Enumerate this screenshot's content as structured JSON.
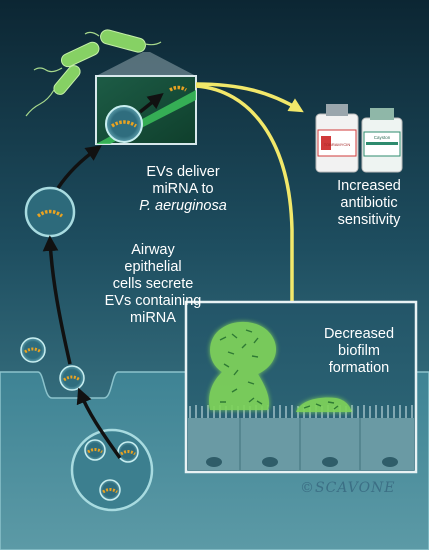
{
  "labels": {
    "ev_deliver": [
      "EVs deliver",
      "miRNA to"
    ],
    "ev_species": "P. aeruginosa",
    "airway": [
      "Airway",
      "epithelial",
      "cells secrete",
      "EVs containing",
      "miRNA"
    ],
    "antibiotic": [
      "Increased",
      "antibiotic",
      "sensitivity"
    ],
    "biofilm": [
      "Decreased",
      "biofilm",
      "formation"
    ]
  },
  "vials": {
    "left_label": "TOBRAMYCIN",
    "right_label": "Cayston"
  },
  "signature": "©SCAVONE",
  "colors": {
    "background_dark": "#0f2f3e",
    "background_light": "#3d7b8a",
    "tissue": "#2f6f80",
    "arrow_yellow": "#f2e86a",
    "bacteria_green": "#7fd35a",
    "mirna_orange": "#e9a321"
  }
}
